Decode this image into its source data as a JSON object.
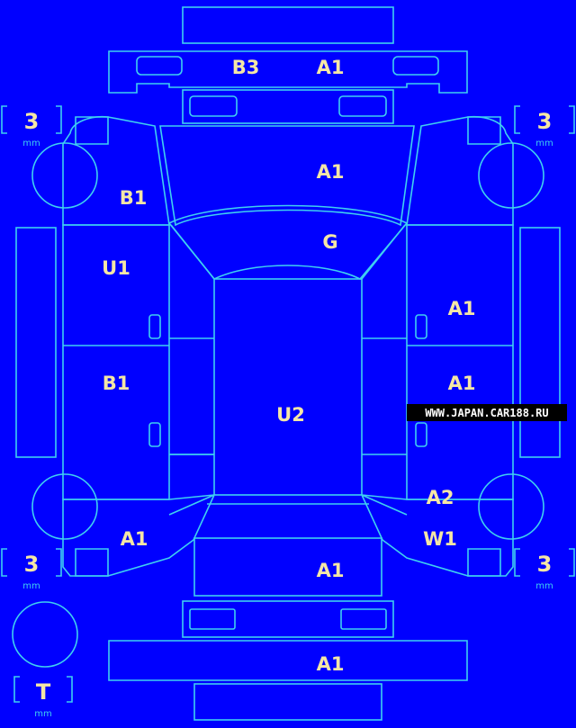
{
  "panels": {
    "front_bumper": "A1",
    "front_bumper_left": "B3",
    "hood": "A1",
    "front_left_fender": "B1",
    "windshield": "G",
    "front_left_door": "U1",
    "rear_left_door": "B1",
    "front_right_door": "A1",
    "rear_right_door": "A1",
    "roof": "U2",
    "rear_right_quarter": "A2",
    "rear_right_wheel_arch": "W1",
    "rear_left_quarter": "A1",
    "trunk_lid": "A1",
    "rear_bumper": "A1"
  },
  "tires": {
    "front_left": "3",
    "front_right": "3",
    "rear_left": "3",
    "rear_right": "3",
    "spare": "T",
    "unit": "mm"
  },
  "watermark": "WWW.JAPAN.CAR188.RU",
  "colors": {
    "background": "#0000ff",
    "outline": "#3fd0f0",
    "label": "#f4e6a6"
  }
}
